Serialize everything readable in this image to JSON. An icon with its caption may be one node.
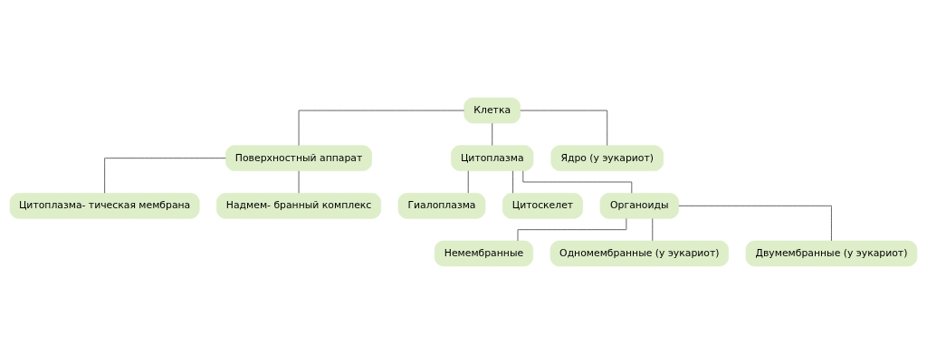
{
  "diagram": {
    "nodes": [
      {
        "text": [
          "Клетка"
        ]
      },
      {
        "text": [
          "Поверхностный аппарат"
        ]
      },
      {
        "text": [
          "Цитоплазма"
        ]
      },
      {
        "text": [
          "Ядро (у эукариот)"
        ]
      },
      {
        "text": [
          "Цитоплазма- тическая мембрана"
        ]
      },
      {
        "text": [
          "Надмем- бранный комплекс"
        ]
      },
      {
        "text": [
          "Гиалоплазма"
        ]
      },
      {
        "text": [
          "Цитоскелет"
        ]
      },
      {
        "text": [
          "Органоиды"
        ]
      },
      {
        "text": [
          "Немембранные"
        ]
      },
      {
        "text": [
          "Одномембранные (у эукариот)"
        ]
      },
      {
        "text": [
          "Двумембранные (у эукариот)"
        ]
      }
    ],
    "edges": [
      {
        "from": 0,
        "to": 1,
        "arrow": "none"
      },
      {
        "from": 0,
        "to": 2,
        "arrow": "none"
      },
      {
        "from": 0,
        "to": 3,
        "arrow": "none"
      },
      {
        "from": 1,
        "to": 4,
        "arrow": "none"
      },
      {
        "from": 1,
        "to": 5,
        "arrow": "none"
      },
      {
        "from": 2,
        "to": 6,
        "arrow": "none"
      },
      {
        "from": 2,
        "to": 7,
        "arrow": "none"
      },
      {
        "from": 2,
        "to": 8,
        "arrow": "none"
      },
      {
        "from": 8,
        "to": 9,
        "arrow": "none"
      },
      {
        "from": 8,
        "to": 10,
        "arrow": "none"
      },
      {
        "from": 8,
        "to": 11,
        "arrow": "none"
      }
    ]
  }
}
